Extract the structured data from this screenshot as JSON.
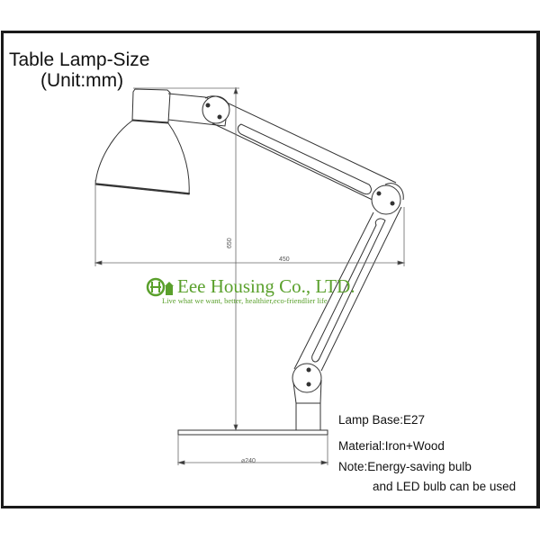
{
  "header": {
    "title": "Table Lamp-Size",
    "unit": "(Unit:mm)"
  },
  "dimensions": {
    "height": "650",
    "reach": "450",
    "base_diameter": "⌀240"
  },
  "brand": {
    "name": "Eee Housing Co., LTD.",
    "tagline": "Live what we want, better, healthier,eco-friendlier life",
    "color": "#5aa02c"
  },
  "specs": {
    "lamp_base": "Lamp Base:E27",
    "material": "Material:Iron+Wood",
    "note_line1": "Note:Energy-saving bulb",
    "note_line2": "and LED bulb can be used"
  },
  "colors": {
    "frame": "#1a1a1a",
    "line": "#333333",
    "dim_line": "#666666"
  }
}
